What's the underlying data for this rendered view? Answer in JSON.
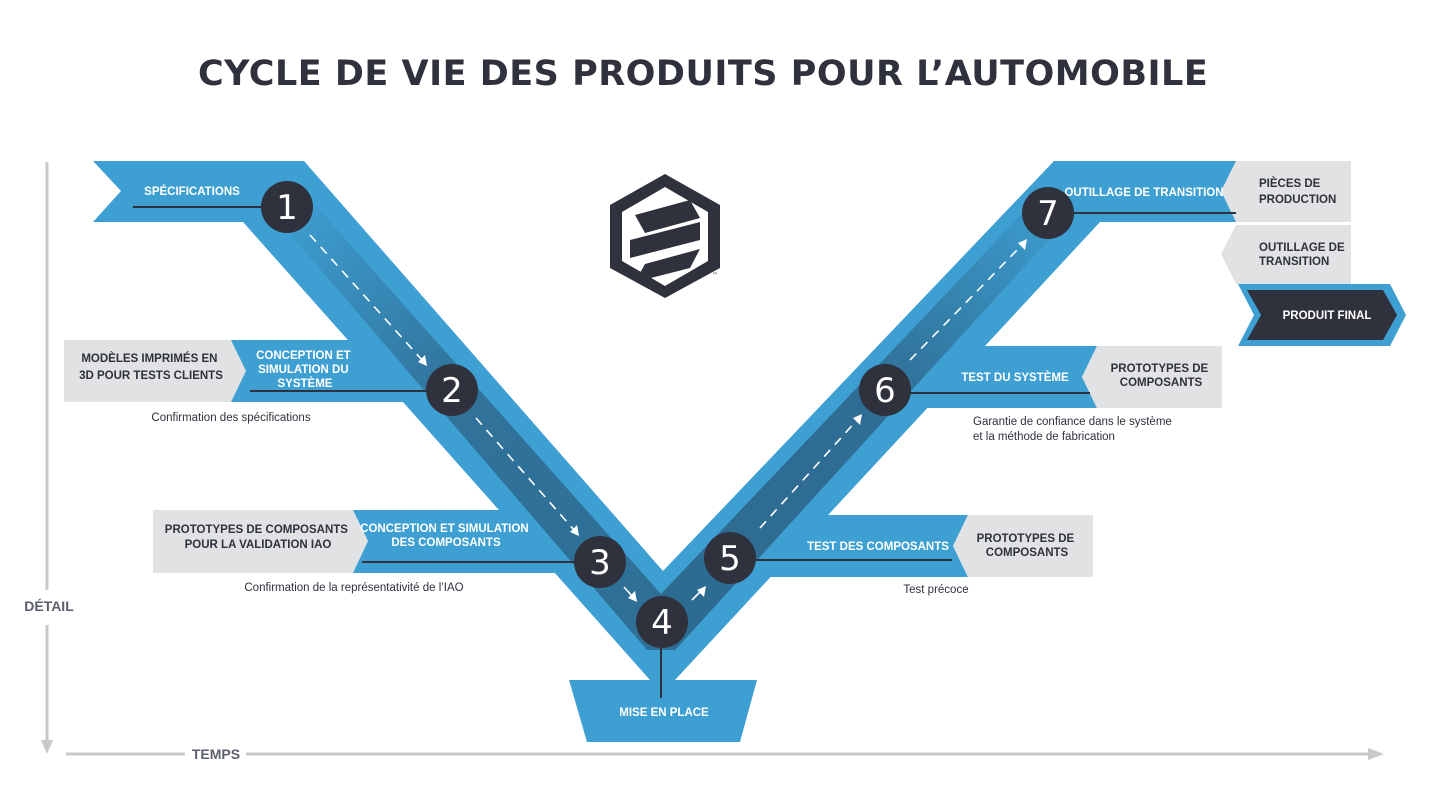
{
  "title": "CYCLE DE VIE DES PRODUITS POUR L’AUTOMOBILE",
  "axes": {
    "vertical": "DÉTAIL",
    "horizontal": "TEMPS"
  },
  "colors": {
    "blue": "#3d9fd2",
    "blue_dark": "#2f6d94",
    "navy": "#2f313d",
    "gray": "#e1e2e3",
    "axis": "#c8c9cb"
  },
  "logo": {
    "icon": "hexagon-logo-icon",
    "tm": "™"
  },
  "steps": [
    {
      "number": "1",
      "label": "SPÉCIFICATIONS"
    },
    {
      "number": "2",
      "label": [
        "CONCEPTION ET",
        "SIMULATION DU",
        "SYSTÈME"
      ],
      "side_label": [
        "MODÈLES IMPRIMÉS EN",
        "3D POUR TESTS CLIENTS"
      ],
      "note": "Confirmation des spécifications"
    },
    {
      "number": "3",
      "label": [
        "CONCEPTION ET SIMULATION",
        "DES COMPOSANTS"
      ],
      "side_label": [
        "PROTOTYPES DE COMPOSANTS",
        "POUR LA VALIDATION IAO"
      ],
      "note": "Confirmation de la représentativité de l’IAO"
    },
    {
      "number": "4",
      "label": "MISE EN PLACE"
    },
    {
      "number": "5",
      "label": "TEST DES COMPOSANTS",
      "side_label": [
        "PROTOTYPES DE",
        "COMPOSANTS"
      ],
      "note": "Test précoce"
    },
    {
      "number": "6",
      "label": "TEST DU SYSTÈME",
      "side_label": [
        "PROTOTYPES DE",
        "COMPOSANTS"
      ],
      "note": [
        "Garantie de confiance dans le système",
        "et la méthode de fabrication"
      ]
    },
    {
      "number": "7",
      "label": "OUTILLAGE DE TRANSITION",
      "side_labels": [
        [
          "PIÈCES DE",
          "PRODUCTION"
        ],
        [
          "OUTILLAGE DE",
          "TRANSITION"
        ]
      ]
    }
  ],
  "final_label": "PRODUIT FINAL"
}
